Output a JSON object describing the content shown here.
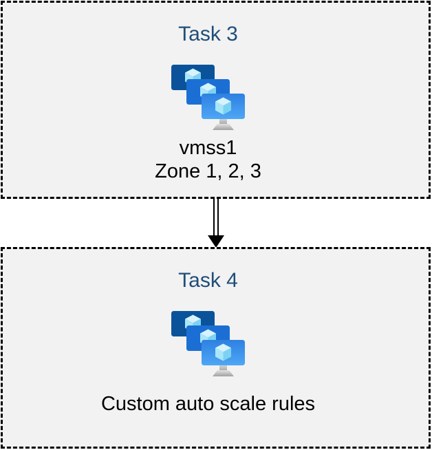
{
  "diagram": {
    "boxes": [
      {
        "id": "task3",
        "title": "Task 3",
        "icon": "vm-scale-sets-icon",
        "label_lines": [
          "vmss1",
          "Zone 1, 2, 3"
        ]
      },
      {
        "id": "task4",
        "title": "Task 4",
        "icon": "vm-scale-sets-icon",
        "label_lines": [
          "Custom auto scale rules"
        ]
      }
    ],
    "connector": {
      "from": "task3",
      "to": "task4",
      "style": "double-line",
      "direction": "down"
    }
  },
  "colors": {
    "page-bg": "#ffffff",
    "box-bg": "#f2f2f2",
    "box-border": "#000000",
    "title-text": "#1f4e79",
    "body-text": "#000000",
    "arrow": "#000000",
    "monitor-back": "#0a539b",
    "monitor-mid": "#1b6fd4",
    "monitor-front-top": "#2e80e1",
    "monitor-front-bottom": "#4ea7f5",
    "cube-top": "#d7f3fd",
    "cube-left": "#a9e6f9",
    "cube-right": "#7dd2f2",
    "stand-light": "#e4e4e4",
    "stand-dark": "#a0a0a0"
  }
}
